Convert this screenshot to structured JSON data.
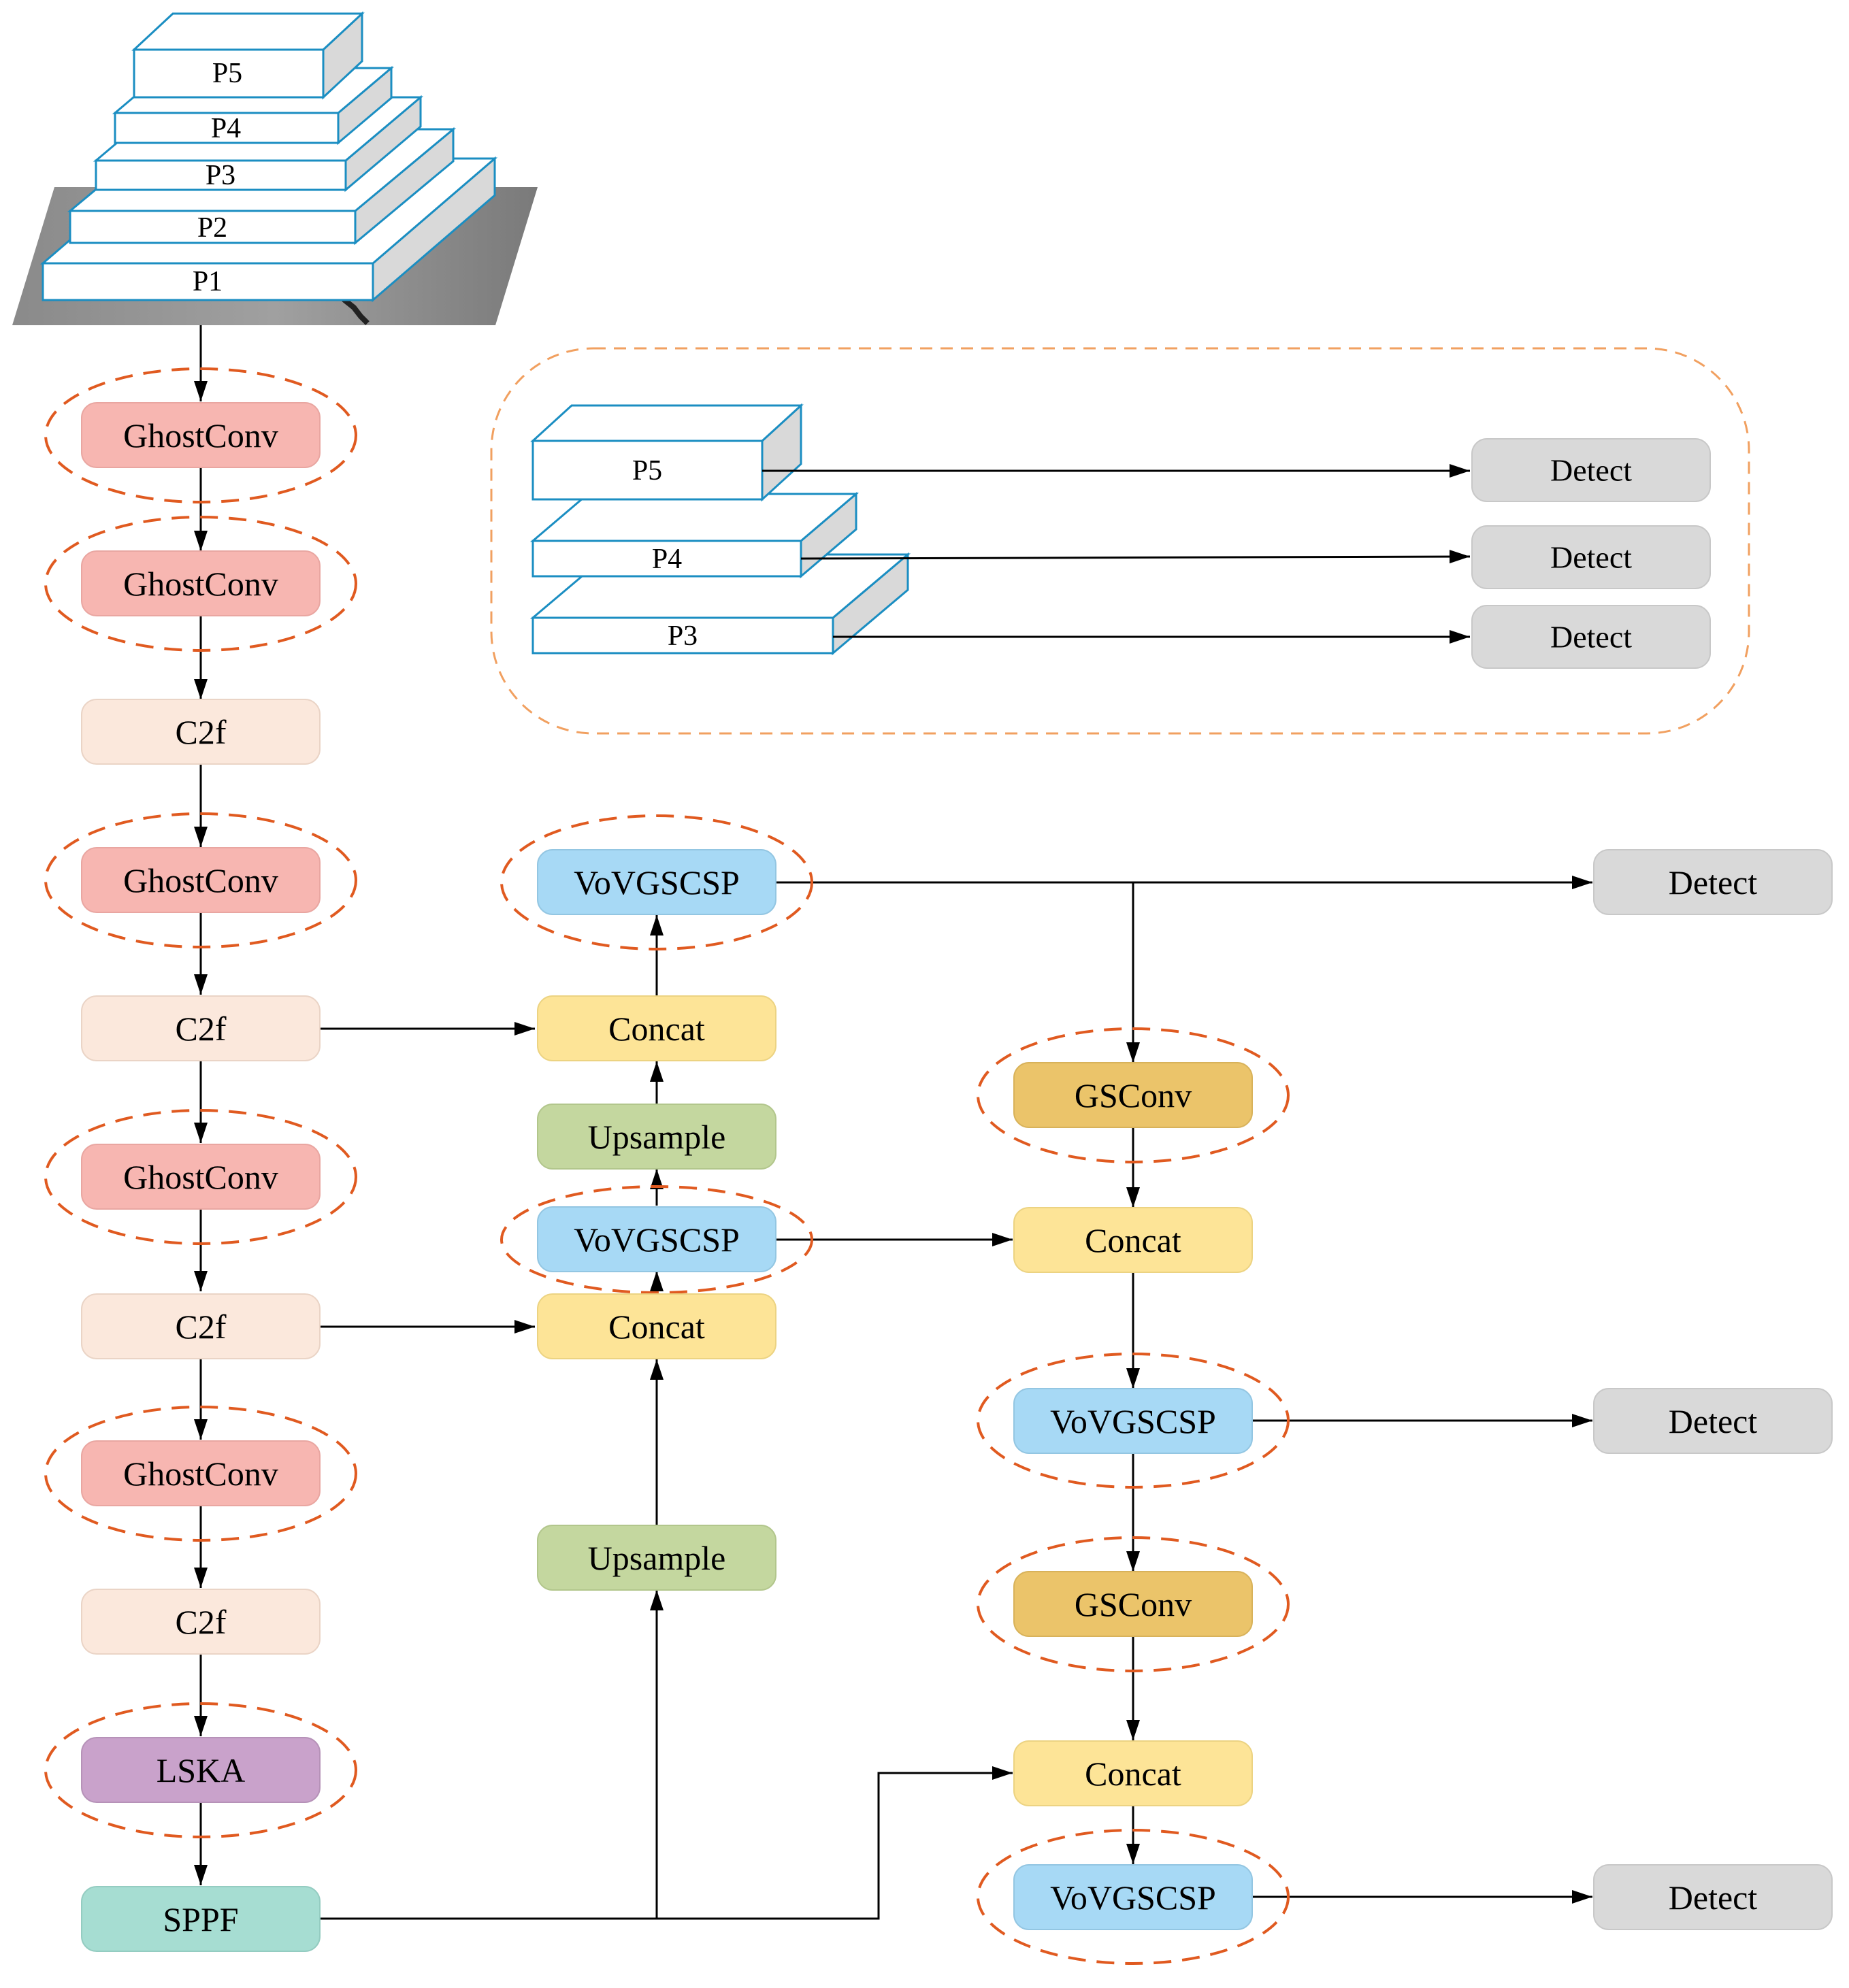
{
  "colors": {
    "ghostconv": "#f7b6b1",
    "c2f": "#fbe8dc",
    "lska": "#c9a2cb",
    "sppf": "#a6ddd2",
    "vovgscsp": "#a7d9f5",
    "concat": "#fde497",
    "upsample": "#c4d79f",
    "gsconv": "#ebc46a",
    "detect": "#d9d9d9",
    "highlight_dash": "#e05a20",
    "group_dash": "#f1a060",
    "layer_stroke": "#1b8ec2",
    "layer_side": "#d9d9d9"
  },
  "input_pyramid": {
    "layers": [
      "P1",
      "P2",
      "P3",
      "P4",
      "P5"
    ]
  },
  "backbone": {
    "ghostconv_1": "GhostConv",
    "ghostconv_2": "GhostConv",
    "c2f_1": "C2f",
    "ghostconv_3": "GhostConv",
    "c2f_2": "C2f",
    "ghostconv_4": "GhostConv",
    "c2f_3": "C2f",
    "ghostconv_5": "GhostConv",
    "c2f_4": "C2f",
    "lska": "LSKA",
    "sppf": "SPPF"
  },
  "neck": {
    "vovgscsp_top": "VoVGSCSP",
    "concat_top": "Concat",
    "upsample_top": "Upsample",
    "vovgscsp_mid": "VoVGSCSP",
    "concat_mid": "Concat",
    "upsample_bottom": "Upsample"
  },
  "head": {
    "gsconv_1": "GSConv",
    "concat_1": "Concat",
    "vovgscsp_1": "VoVGSCSP",
    "gsconv_2": "GSConv",
    "concat_2": "Concat",
    "vovgscsp_2": "VoVGSCSP",
    "detect_1": "Detect",
    "detect_2": "Detect",
    "detect_3": "Detect"
  },
  "detection_group": {
    "layers": [
      "P5",
      "P4",
      "P3"
    ],
    "detects": [
      "Detect",
      "Detect",
      "Detect"
    ]
  }
}
